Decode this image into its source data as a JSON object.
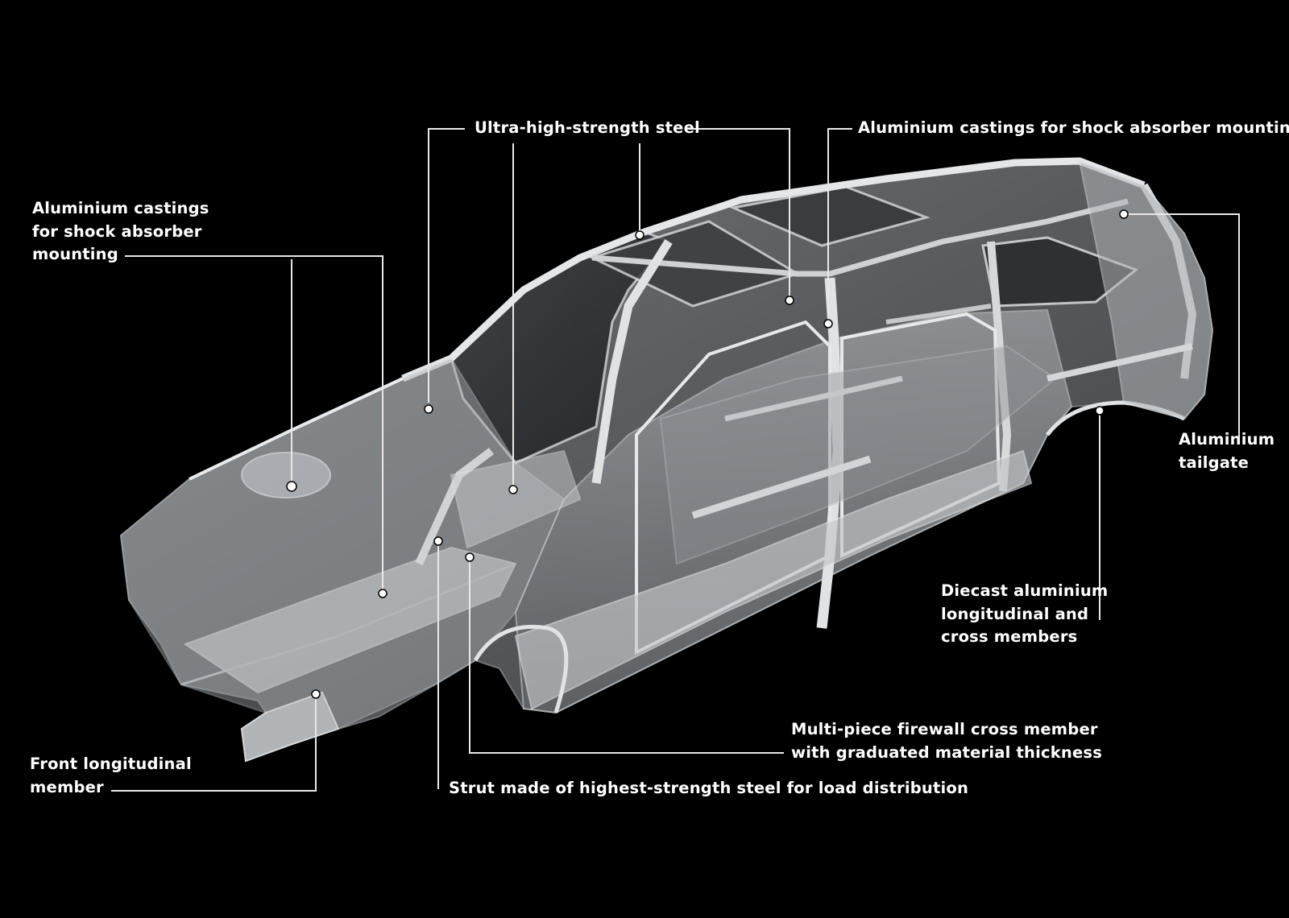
{
  "callouts": {
    "ultra_high_strength_steel": [
      "Ultra-high-strength steel"
    ],
    "castings_rear": [
      "Aluminium castings for shock absorber mounting"
    ],
    "castings_front": [
      "Aluminium castings",
      "for shock absorber",
      "mounting"
    ],
    "tailgate": [
      "Aluminium",
      "tailgate"
    ],
    "diecast": [
      "Diecast aluminium",
      "longitudinal and",
      "cross members"
    ],
    "firewall": [
      "Multi-piece firewall cross member",
      "with graduated material thickness"
    ],
    "front_longitudinal": [
      "Front longitudinal",
      "member"
    ],
    "strut": [
      "Strut made of highest-strength steel for load distribution"
    ]
  },
  "colors": {
    "background": "#000000",
    "text": "#ffffff",
    "leader": "#e8e8e8",
    "body_light": "#c9ccd0",
    "body_dark": "#5f6367"
  }
}
